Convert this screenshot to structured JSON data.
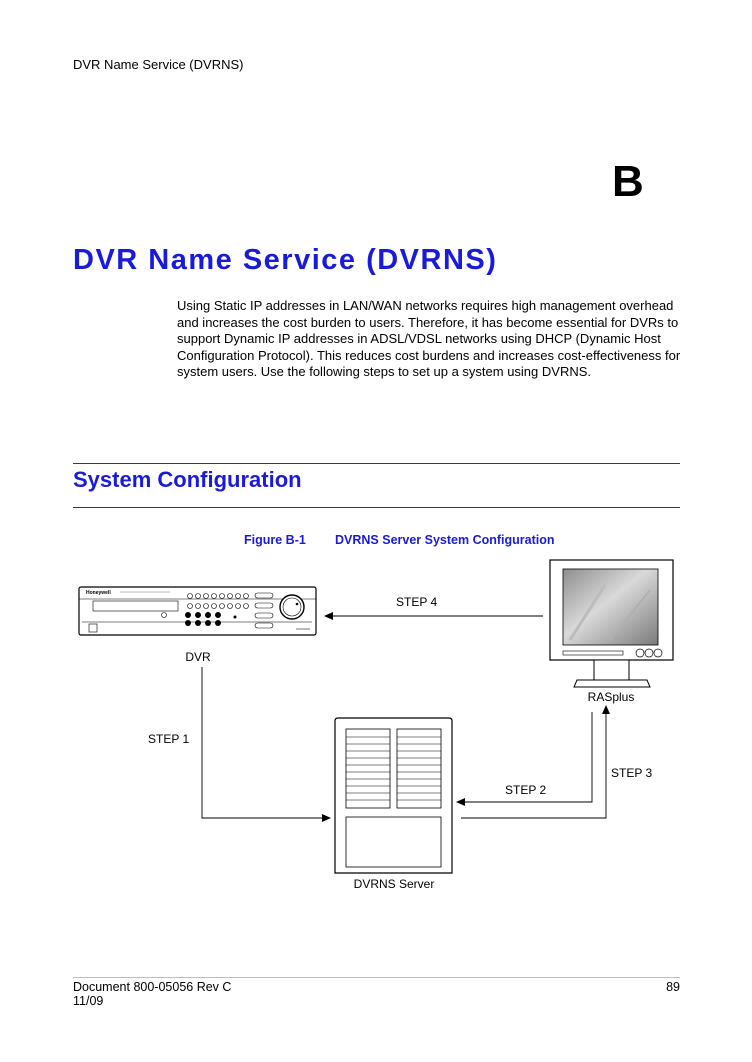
{
  "header": {
    "running_title": "DVR Name Service (DVRNS)"
  },
  "chapter": {
    "letter": "B",
    "title": "DVR Name Service (DVRNS)"
  },
  "intro_text": "Using Static IP addresses in LAN/WAN networks requires high management overhead and increases the cost burden to users. Therefore, it has become essential for DVRs to support Dynamic IP addresses in ADSL/VDSL networks using DHCP (Dynamic Host Configuration Protocol). This reduces cost burdens and increases cost-effectiveness for system users. Use the following steps to set up a system using DVRNS.",
  "section": {
    "title": "System Configuration"
  },
  "figure": {
    "number": "Figure B-1",
    "caption": "DVRNS Server System Configuration",
    "nodes": {
      "dvr": "DVR",
      "rasplus": "RASplus",
      "server": "DVRNS Server"
    },
    "dvr_brand": "Honeywell",
    "steps": {
      "step1": "STEP 1",
      "step2": "STEP 2",
      "step3": "STEP 3",
      "step4": "STEP 4"
    }
  },
  "footer": {
    "document": "Document 800-05056 Rev C",
    "date": "11/09",
    "page": "89"
  }
}
